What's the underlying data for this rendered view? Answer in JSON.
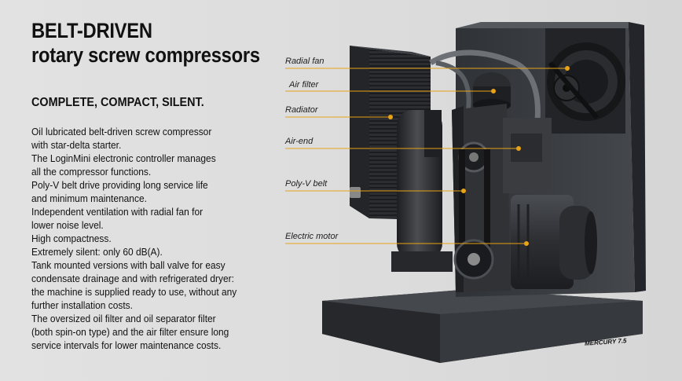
{
  "heading": {
    "line1": "BELT-DRIVEN",
    "line2": "rotary screw compressors"
  },
  "subheading": "COMPLETE, COMPACT, SILENT.",
  "description_lines": [
    "Oil lubricated belt-driven screw compressor",
    "with star-delta starter.",
    "The LoginMini electronic controller manages",
    "all the compressor functions.",
    "Poly-V belt drive providing long service life",
    "and minimum maintenance.",
    "Independent ventilation with radial fan for",
    "lower noise level.",
    "High compactness.",
    "Extremely silent: only 60 dB(A).",
    "Tank mounted versions with ball valve for easy",
    "condensate drainage and with refrigerated dryer:",
    "the machine is supplied ready to use, without any",
    "further installation costs.",
    "The oversized oil filter and oil separator filter",
    "(both spin-on type) and the air filter ensure long",
    "service intervals for lower maintenance costs."
  ],
  "callouts": {
    "radial_fan": "Radial fan",
    "air_filter": "Air filter",
    "radiator": "Radiator",
    "air_end": "Air-end",
    "poly_v_belt": "Poly-V belt",
    "electric_motor": "Electric motor"
  },
  "model_label": "MERCURY 7.5",
  "colors": {
    "leader_line": "#e8a317",
    "chassis": "#3a3d42",
    "chassis_dark": "#2a2c30",
    "background": "#dcdcdc"
  }
}
